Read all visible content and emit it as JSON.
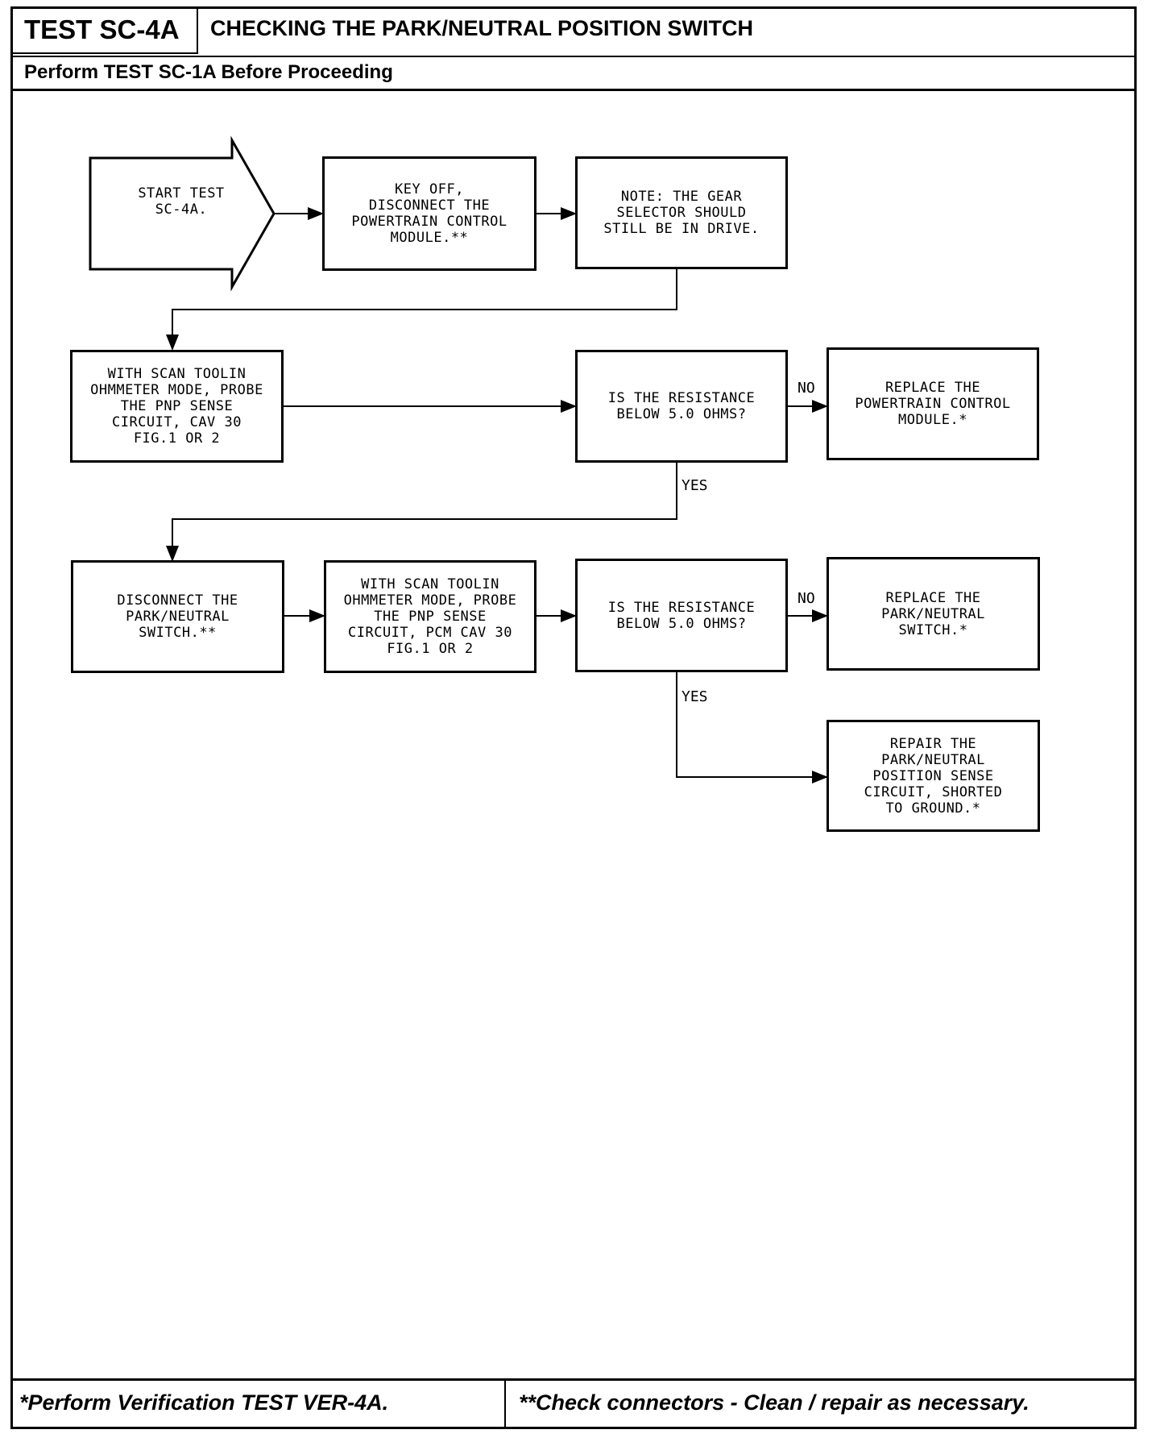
{
  "header": {
    "test_id": "TEST SC-4A",
    "title": "CHECKING THE PARK/NEUTRAL POSITION SWITCH",
    "subtitle": "Perform TEST SC-1A Before Proceeding"
  },
  "flow": {
    "start": "START TEST\nSC-4A.",
    "step_key_off": "KEY OFF,\nDISCONNECT THE\nPOWERTRAIN CONTROL\nMODULE.**",
    "note": "NOTE: THE GEAR\nSELECTOR SHOULD\nSTILL BE IN DRIVE.",
    "probe_1": "WITH SCAN TOOLIN\nOHMMETER MODE, PROBE\nTHE PNP SENSE\nCIRCUIT, CAV 30\nFIG.1 OR 2",
    "decision_1": "IS THE RESISTANCE\nBELOW 5.0 OHMS?",
    "replace_pcm": "REPLACE THE\nPOWERTRAIN CONTROL\nMODULE.*",
    "disconnect_switch": "DISCONNECT THE\nPARK/NEUTRAL\nSWITCH.**",
    "probe_2": "WITH SCAN TOOLIN\nOHMMETER MODE, PROBE\nTHE PNP SENSE\nCIRCUIT, PCM CAV 30\nFIG.1 OR 2",
    "decision_2": "IS THE RESISTANCE\nBELOW 5.0 OHMS?",
    "replace_switch": "REPLACE THE\nPARK/NEUTRAL\nSWITCH.*",
    "repair_circuit": "REPAIR THE\nPARK/NEUTRAL\nPOSITION SENSE\nCIRCUIT, SHORTED\nTO GROUND.*",
    "no_label": "NO",
    "yes_label": "YES"
  },
  "footer": {
    "left": "*Perform Verification TEST VER-4A.",
    "right": "**Check connectors - Clean / repair as necessary."
  }
}
